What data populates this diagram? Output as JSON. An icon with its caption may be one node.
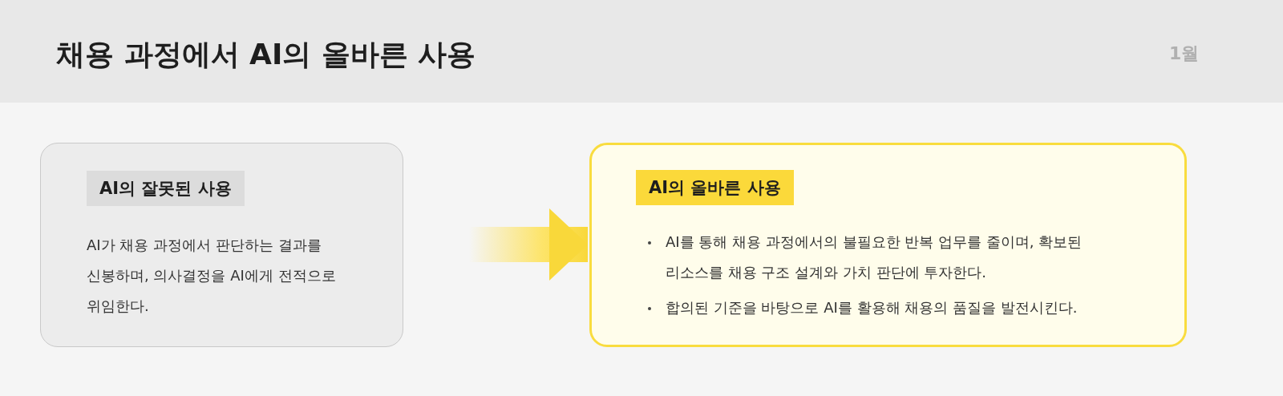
{
  "diagram": {
    "title": "채용 과정에서 AI의 올바른 사용",
    "nodes": [
      {
        "text": [
          "AI의 잘못된 사용",
          "AI가 채용 과정에서 판단하는 결과를 신봉하며, 의사결정을 AI에게 전적으로 위임한다."
        ]
      },
      {
        "text": [
          "AI의 올바른 사용",
          "AI를 통해 채용 과정에서의 불필요한 반복 업무를 줄이며, 확보된 리소스를 채용 구조 설계와 가치 판단에 투자한다.",
          "합의된 기준을 바탕으로 AI를 활용해 채용의 품질을 발전시킨다."
        ]
      }
    ],
    "edges": [
      {
        "from": 0,
        "to": 1,
        "arrow": "to"
      }
    ],
    "labels": [
      "1월"
    ]
  }
}
